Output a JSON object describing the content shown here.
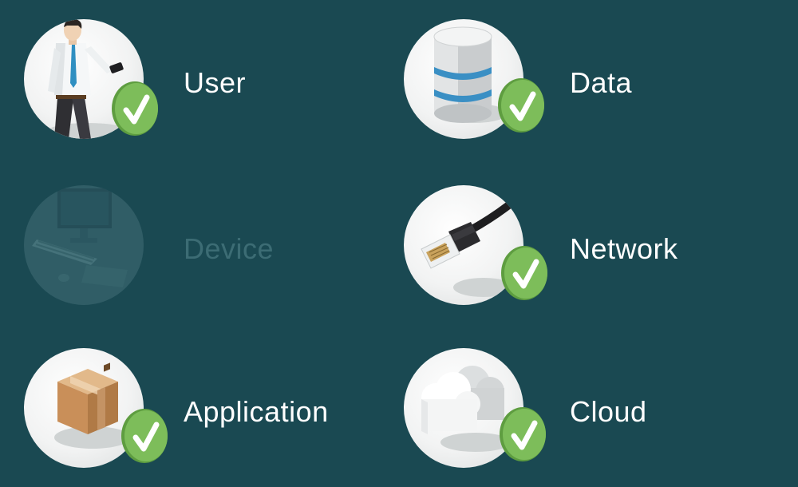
{
  "colors": {
    "background": "#1a4952",
    "label_active": "#ffffff",
    "label_disabled": "#3c6c74",
    "badge_green": "#7dbd5a",
    "badge_green_dark": "#5e9d40",
    "stripe_blue": "#3a8fc4"
  },
  "items": [
    {
      "label": "User",
      "icon": "user-icon",
      "enabled": true
    },
    {
      "label": "Data",
      "icon": "database-icon",
      "enabled": true
    },
    {
      "label": "Device",
      "icon": "desktop-computer-icon",
      "enabled": false
    },
    {
      "label": "Network",
      "icon": "ethernet-cable-icon",
      "enabled": true
    },
    {
      "label": "Application",
      "icon": "package-box-icon",
      "enabled": true
    },
    {
      "label": "Cloud",
      "icon": "cloud-icon",
      "enabled": true
    }
  ]
}
